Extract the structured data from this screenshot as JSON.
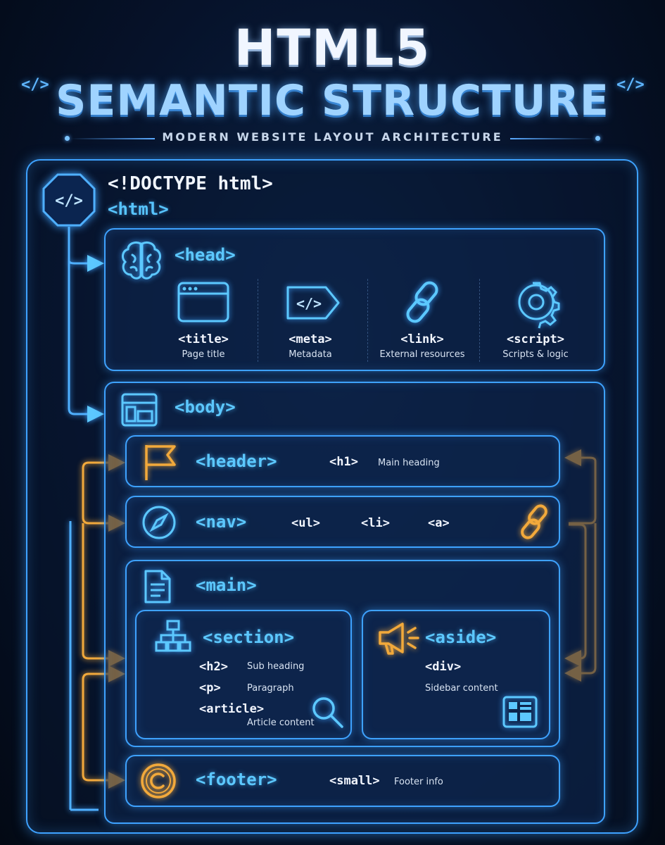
{
  "title": {
    "line1": "HTML5",
    "line2": "SEMANTIC STRUCTURE",
    "code_left": "</>",
    "code_right": "</>",
    "tagline": "MODERN WEBSITE LAYOUT ARCHITECTURE"
  },
  "root": {
    "icon_label": "</>",
    "doctype": "<!DOCTYPE html>",
    "html": "<html>"
  },
  "head": {
    "tag": "<head>",
    "items": [
      {
        "tag": "<title>",
        "desc": "Page title",
        "icon": "browser-window-icon"
      },
      {
        "tag": "<meta>",
        "desc": "Metadata",
        "icon": "code-tag-icon"
      },
      {
        "tag": "<link>",
        "desc": "External resources",
        "icon": "chain-link-icon"
      },
      {
        "tag": "<script>",
        "desc": "Scripts & logic",
        "icon": "gear-icon"
      }
    ],
    "meta_icon_label": "</>"
  },
  "body": {
    "tag": "<body>",
    "header": {
      "tag": "<header>",
      "child": "<h1>",
      "child_desc": "Main heading"
    },
    "nav": {
      "tag": "<nav>",
      "items": [
        "<ul>",
        "<li>",
        "<a>"
      ]
    },
    "main": {
      "tag": "<main>",
      "section": {
        "tag": "<section>",
        "rows": [
          {
            "tag": "<h2>",
            "desc": "Sub heading"
          },
          {
            "tag": "<p>",
            "desc": "Paragraph"
          },
          {
            "tag": "<article>",
            "desc": "Article content"
          }
        ]
      },
      "aside": {
        "tag": "<aside>",
        "child": "<div>",
        "child_desc": "Sidebar content"
      }
    },
    "footer": {
      "tag": "<footer>",
      "child": "<small>",
      "child_desc": "Footer info"
    }
  },
  "colors": {
    "blue": "#3ea2ff",
    "cyan": "#5cc8ff",
    "amber": "#f2a93b",
    "background": "#06122a"
  }
}
